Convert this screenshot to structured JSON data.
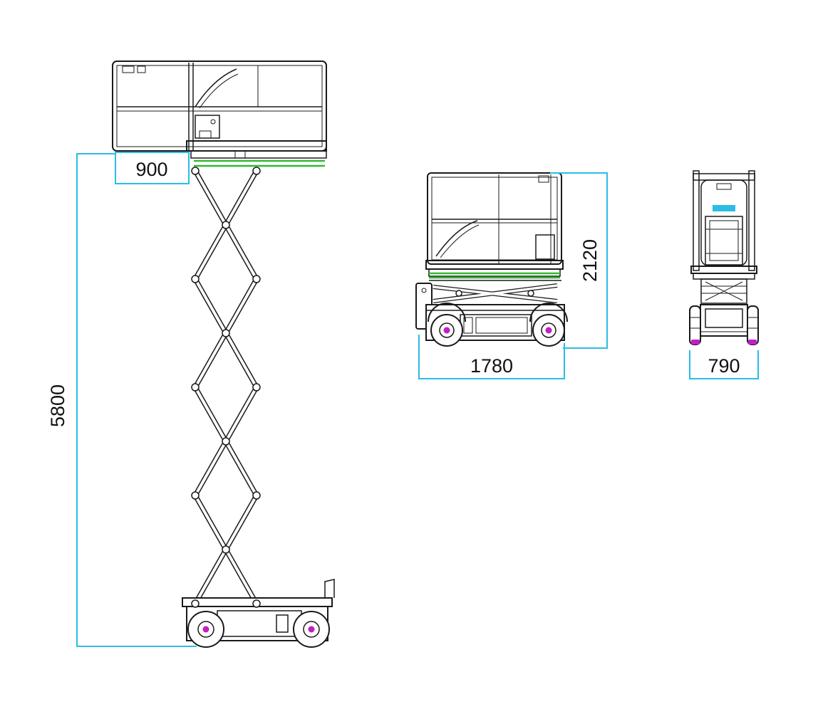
{
  "diagram": {
    "type": "technical-drawing",
    "subject": "scissor lift three-view dimension drawing",
    "colors": {
      "line": "#1a1a1a",
      "dimension": "#2bbde6",
      "green": "#34b734",
      "magenta": "#c31ec3",
      "cyan_fill": "#2bbde6"
    },
    "views": {
      "side_extended": {
        "name": "side view - platform raised",
        "dims": {
          "overall_height": "5800",
          "deck_extension": "900"
        }
      },
      "side_stowed": {
        "name": "side view - stowed",
        "dims": {
          "overall_height": "2120",
          "overall_length": "1780"
        }
      },
      "front": {
        "name": "front view",
        "dims": {
          "overall_width": "790"
        }
      }
    }
  }
}
